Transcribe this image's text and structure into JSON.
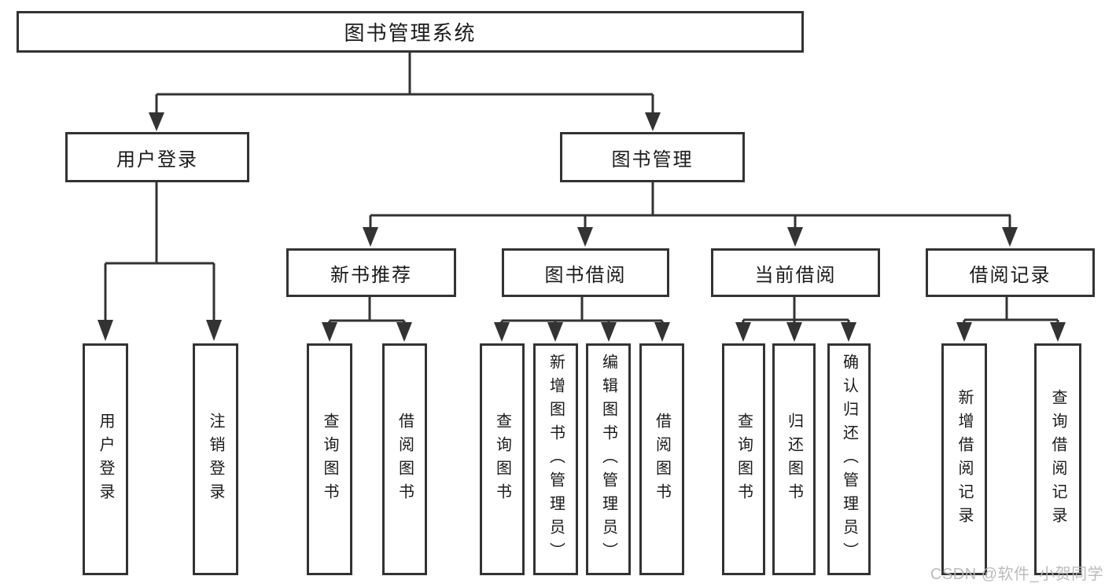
{
  "diagram": {
    "tree": {
      "label": "图书管理系统",
      "children": [
        {
          "label": "用户登录",
          "children": [
            {
              "label": "用户登录"
            },
            {
              "label": "注销登录"
            }
          ]
        },
        {
          "label": "图书管理",
          "children": [
            {
              "label": "新书推荐",
              "children": [
                {
                  "label": "查询图书"
                },
                {
                  "label": "借阅图书"
                }
              ]
            },
            {
              "label": "图书借阅",
              "children": [
                {
                  "label": "查询图书"
                },
                {
                  "label": "新增图书（管理员）"
                },
                {
                  "label": "编辑图书（管理员）"
                },
                {
                  "label": "借阅图书"
                }
              ]
            },
            {
              "label": "当前借阅",
              "children": [
                {
                  "label": "查询图书"
                },
                {
                  "label": "归还图书"
                },
                {
                  "label": "确认归还（管理员）"
                }
              ]
            },
            {
              "label": "借阅记录",
              "children": [
                {
                  "label": "新增借阅记录"
                },
                {
                  "label": "查询借阅记录"
                }
              ]
            }
          ]
        }
      ]
    }
  },
  "watermark": {
    "text": "CSDN @软件_小贺同学"
  },
  "colors": {
    "line": "#333333",
    "border": "#333333",
    "text": "#1a1a1a",
    "background": "#ffffff",
    "watermark": "#b6b6b6"
  }
}
